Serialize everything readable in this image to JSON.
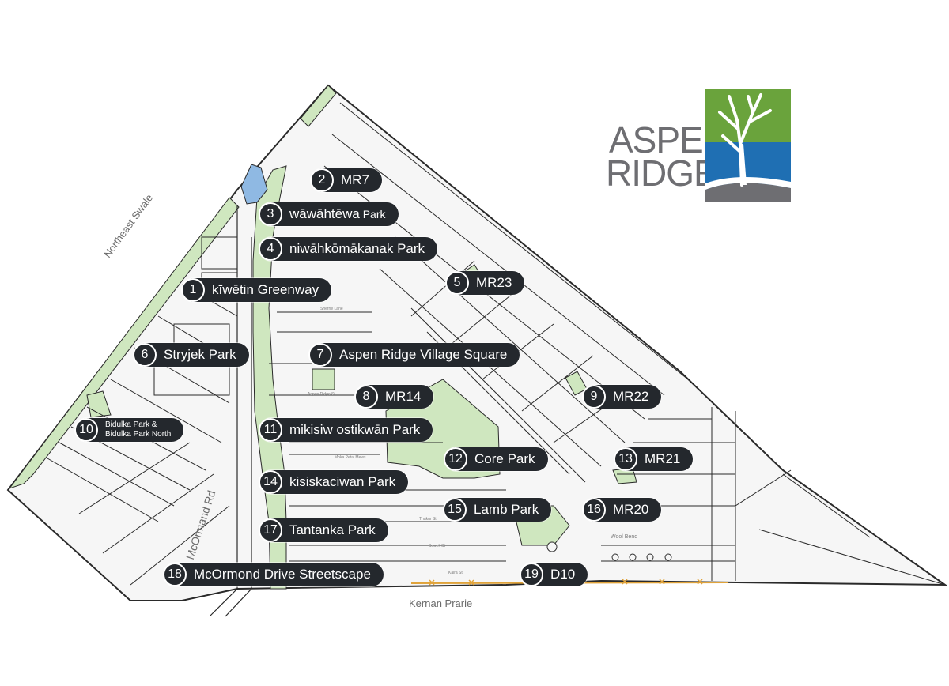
{
  "logo": {
    "line1": "ASPEN",
    "line2": "RIDGE"
  },
  "places": {
    "northeast_swale": "Northeast Swale",
    "mcormand_rd": "McOrmand Rd",
    "kernan_prarie": "Kernan Prarie"
  },
  "streets": {
    "aspen_ridge_st": "Aspen Ridge St",
    "sherrie_lane": "Sherrie Lane",
    "wool_bend": "Wool Bend",
    "kalra_st": "Kalra St",
    "thakur_st": "Thakur St",
    "mews": "Moka Petal Mews",
    "sewell": "Sewell St"
  },
  "markers": [
    {
      "id": 2,
      "label": "MR7"
    },
    {
      "id": 3,
      "label_main": "wāwāhtēwa",
      "label_small": " Park"
    },
    {
      "id": 4,
      "label": "niwāhkōmākanak Park"
    },
    {
      "id": 5,
      "label": "MR23"
    },
    {
      "id": 1,
      "label": "kīwētin Greenway"
    },
    {
      "id": 6,
      "label": "Stryjek Park"
    },
    {
      "id": 7,
      "label": "Aspen Ridge Village Square"
    },
    {
      "id": 8,
      "label": "MR14"
    },
    {
      "id": 9,
      "label": "MR22"
    },
    {
      "id": 10,
      "label_line1": "Bidulka Park &",
      "label_line2": "Bidulka Park North"
    },
    {
      "id": 11,
      "label": "mikisiw ostikwān Park"
    },
    {
      "id": 12,
      "label": "Core Park"
    },
    {
      "id": 13,
      "label": "MR21"
    },
    {
      "id": 14,
      "label": "kisiskaciwan Park"
    },
    {
      "id": 15,
      "label": "Lamb Park"
    },
    {
      "id": 16,
      "label": "MR20"
    },
    {
      "id": 17,
      "label": "Tantanka Park"
    },
    {
      "id": 18,
      "label": "McOrmond Drive Streetscape"
    },
    {
      "id": 19,
      "label": "D10"
    }
  ],
  "colors": {
    "road_fill": "#f4f4f4",
    "road_outline": "#2a2a2a",
    "park_green": "#cfe7bf",
    "water_blue": "#8fb9e3",
    "marker_bg": "#24282d",
    "trail_orange": "#e0a33a",
    "logo_green": "#6aa33c",
    "logo_blue": "#1f6fb3",
    "logo_gray": "#6e6e72"
  }
}
